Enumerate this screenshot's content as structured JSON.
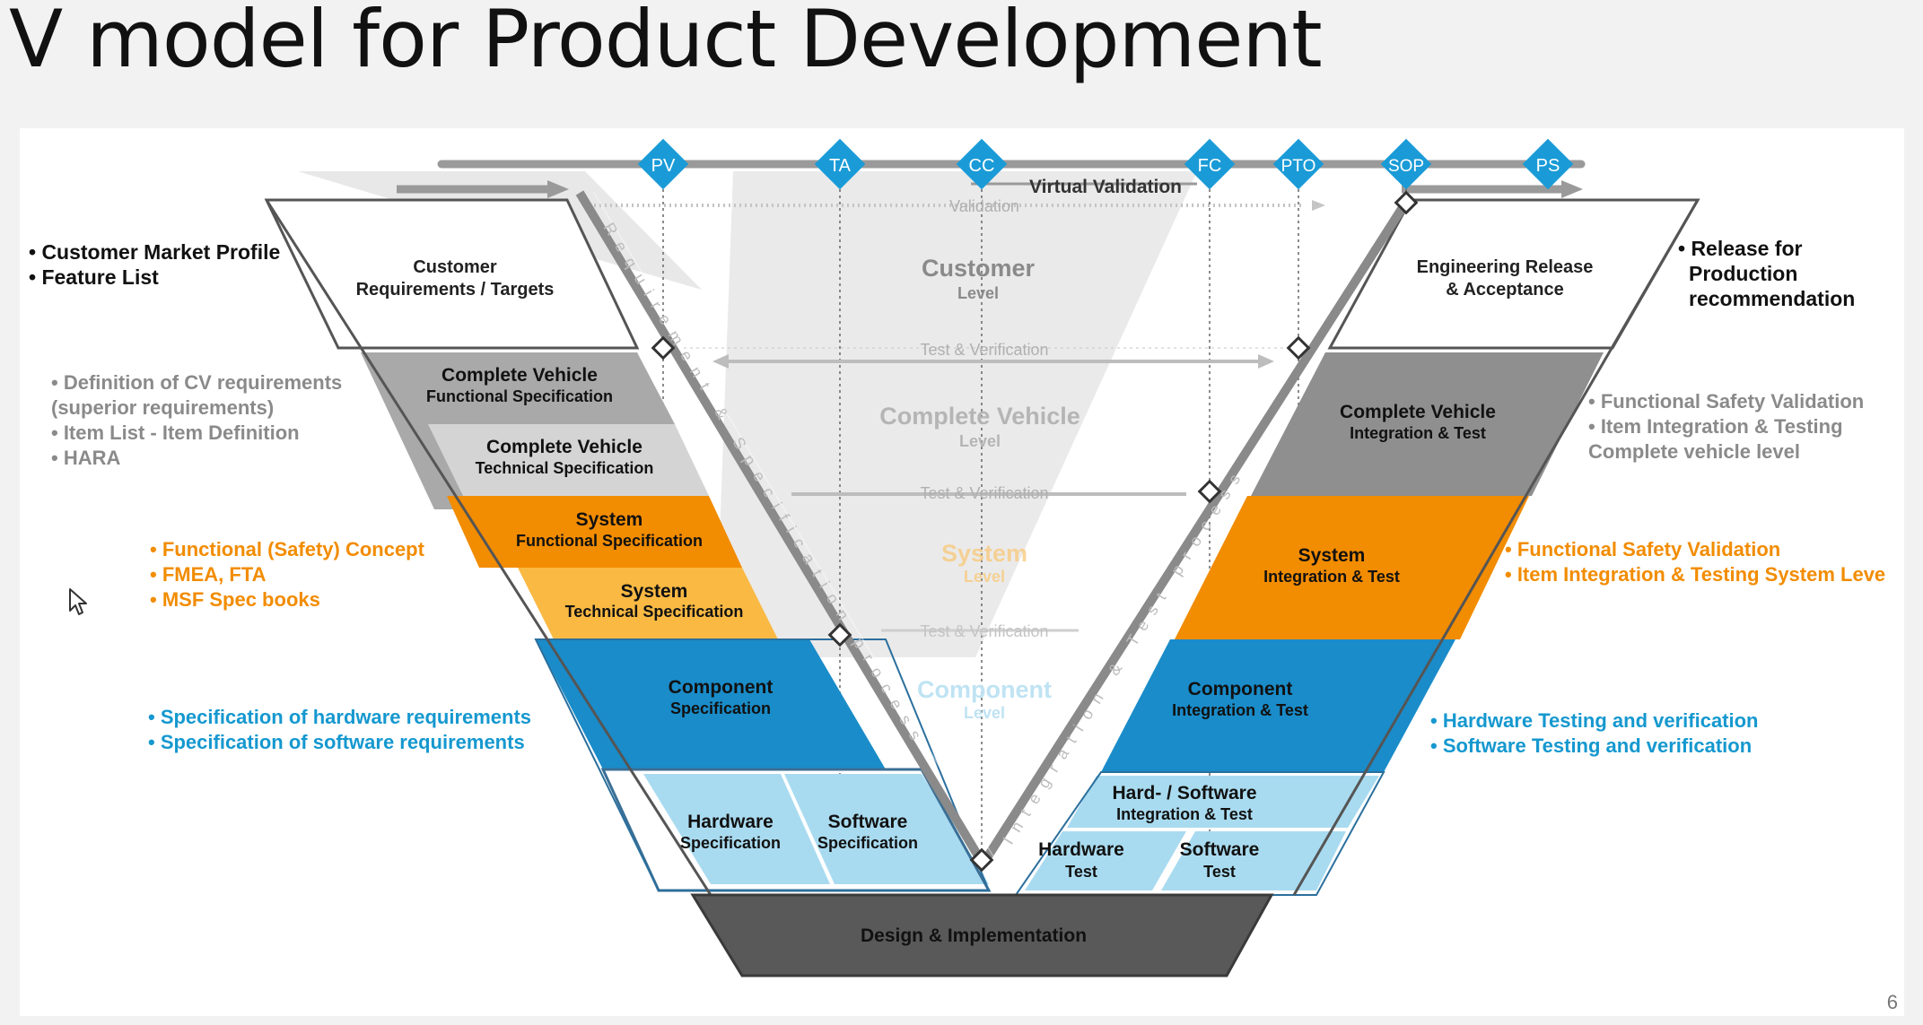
{
  "title": "V model for Product Development",
  "page_number": "6",
  "colors": {
    "white_box": "#ffffff",
    "gray": "#a6a6a6",
    "orange": "#f28c00",
    "light_orange": "#f9b943",
    "blue": "#1a8cc9",
    "light_blue": "#a9dbf0",
    "dark_gray": "#595959",
    "milestone": "#1a9bd7"
  },
  "milestones": [
    "PV",
    "TA",
    "CC",
    "FC",
    "PTO",
    "SOP",
    "PS"
  ],
  "track_labels": {
    "virtual_validation": "Virtual Validation",
    "validation": "Validation",
    "test_verification": "Test & Verification",
    "left_diagonal": "Requirement & Specification process",
    "right_diagonal": "Integration & Test process"
  },
  "levels": {
    "customer": {
      "name": "Customer",
      "sub": "Level"
    },
    "complete_vehicle": {
      "name": "Complete Vehicle",
      "sub": "Level"
    },
    "system": {
      "name": "System",
      "sub": "Level"
    },
    "component": {
      "name": "Component",
      "sub": "Level"
    }
  },
  "left_boxes": {
    "customer_requirements": {
      "line1": "Customer",
      "line2": "Requirements / Targets"
    },
    "cv_functional": {
      "line1": "Complete Vehicle",
      "line2": "Functional Specification"
    },
    "cv_technical": {
      "line1": "Complete Vehicle",
      "line2": "Technical Specification"
    },
    "sys_functional": {
      "line1": "System",
      "line2": "Functional Specification"
    },
    "sys_technical": {
      "line1": "System",
      "line2": "Technical Specification"
    },
    "component_spec": {
      "line1": "Component",
      "line2": "Specification"
    },
    "hardware_spec": {
      "line1": "Hardware",
      "line2": "Specification"
    },
    "software_spec": {
      "line1": "Software",
      "line2": "Specification"
    }
  },
  "right_boxes": {
    "engineering_release": {
      "line1": "Engineering Release",
      "line2": "& Acceptance"
    },
    "cv_integration": {
      "line1": "Complete Vehicle",
      "line2": "Integration & Test"
    },
    "sys_integration": {
      "line1": "System",
      "line2": "Integration & Test"
    },
    "component_integration": {
      "line1": "Component",
      "line2": "Integration & Test"
    },
    "hw_sw_integration": {
      "line1": "Hard- / Software",
      "line2": "Integration & Test"
    },
    "hardware_test": {
      "line1": "Hardware",
      "line2": "Test"
    },
    "software_test": {
      "line1": "Software",
      "line2": "Test"
    }
  },
  "bottom_box": "Design & Implementation",
  "notes": {
    "left_customer": [
      "• Customer Market Profile",
      "• Feature List"
    ],
    "left_cv": [
      "• Definition of CV requirements",
      "(superior requirements)",
      "• Item List - Item Definition",
      "• HARA"
    ],
    "left_system": [
      "• Functional (Safety) Concept",
      "• FMEA, FTA",
      "• MSF Spec books"
    ],
    "left_component": [
      "• Specification of hardware requirements",
      "• Specification of software requirements"
    ],
    "right_customer": [
      "• Release for",
      "Production",
      "recommendation"
    ],
    "right_cv": [
      "• Functional Safety Validation",
      "• Item Integration & Testing",
      "Complete vehicle level"
    ],
    "right_system": [
      "• Functional Safety Validation",
      "• Item Integration &  Testing System Leve"
    ],
    "right_component": [
      "• Hardware Testing and verification",
      "• Software Testing and verification"
    ]
  }
}
